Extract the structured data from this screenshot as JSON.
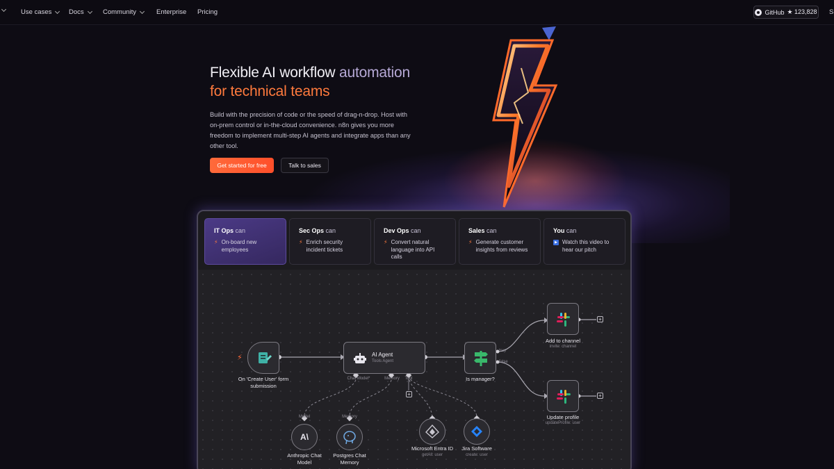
{
  "nav": {
    "items": [
      {
        "label": "Use cases",
        "dropdown": true
      },
      {
        "label": "Docs",
        "dropdown": true
      },
      {
        "label": "Community",
        "dropdown": true
      },
      {
        "label": "Enterprise",
        "dropdown": false
      },
      {
        "label": "Pricing",
        "dropdown": false
      }
    ],
    "github_label": "GitHub",
    "github_stars": "★ 123,828",
    "cut_item": "Si"
  },
  "hero": {
    "title_part1": "Flexible AI workflow",
    "title_part2": "automation",
    "title_line2": "for technical teams",
    "description": "Build with the precision of code or the speed of drag-n-drop. Host with on-prem control or in-the-cloud convenience. n8n gives you more freedom to implement multi-step AI agents and integrate apps than any other tool.",
    "cta_primary": "Get started for free",
    "cta_secondary": "Talk to sales"
  },
  "cards": [
    {
      "title": "IT Ops",
      "can": "can",
      "text": "On-board new employees",
      "icon": "bolt-icon",
      "active": true
    },
    {
      "title": "Sec Ops",
      "can": "can",
      "text": "Enrich security incident tickets",
      "icon": "bolt-icon",
      "active": false
    },
    {
      "title": "Dev Ops",
      "can": "can",
      "text": "Convert natural language into API calls",
      "icon": "bolt-icon",
      "active": false
    },
    {
      "title": "Sales",
      "can": "can",
      "text": "Generate customer insights from reviews",
      "icon": "bolt-icon",
      "active": false
    },
    {
      "title": "You",
      "can": "can",
      "text": "Watch this video to hear our pitch",
      "icon": "play-icon",
      "active": false
    }
  ],
  "workflow": {
    "trigger_label": "On 'Create User' form submission",
    "agent_title": "AI Agent",
    "agent_sub": "Tools Agent",
    "agent_ports": [
      "Chat Model*",
      "Memory",
      "Tool"
    ],
    "switch_label": "Is manager?",
    "switch_true": "true",
    "switch_false": "false",
    "add_channel_label": "Add to channel",
    "add_channel_sub": "invite: channel",
    "update_profile_label": "Update profile",
    "update_profile_sub": "updateProfile: user",
    "model_port": "Model",
    "memory_port": "Memory",
    "anthropic_label": "Anthropic Chat Model",
    "postgres_label": "Postgres Chat Memory",
    "entra_label": "Microsoft Entra ID",
    "entra_sub": "getAll: user",
    "jira_label": "Jira Software",
    "jira_sub": "create: user"
  },
  "colors": {
    "accent_orange": "#ff6a3a",
    "accent_purple": "#4b3a86",
    "background": "#0e0c14"
  }
}
